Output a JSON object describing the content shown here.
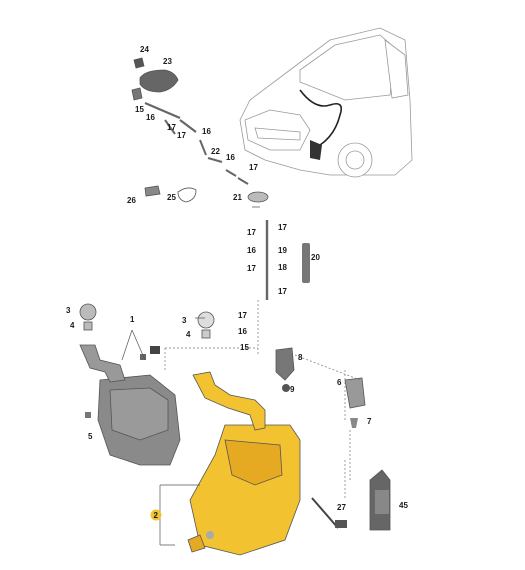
{
  "accent_color": "#f2c230",
  "tank_grey": "#8a8a8a",
  "callouts": {
    "c24": "24",
    "c23": "23",
    "c15a": "15",
    "c16a": "16",
    "c17a": "17",
    "c17b": "17",
    "c16b": "16",
    "c22": "22",
    "c16c": "16",
    "c17c": "17",
    "c26": "26",
    "c25": "25",
    "c21": "21",
    "c17d": "17",
    "c17e": "17",
    "c16d": "16",
    "c19": "19",
    "c17f": "17",
    "c18": "18",
    "c20": "20",
    "c17g": "17",
    "c3a": "3",
    "c4a": "4",
    "c1": "1",
    "c3b": "3",
    "c4b": "4",
    "c17h": "17",
    "c16e": "16",
    "c15b": "15",
    "c8": "8",
    "c9": "9",
    "c6": "6",
    "c7": "7",
    "c5": "5",
    "c2": "2",
    "c27": "27",
    "c45": "45"
  }
}
